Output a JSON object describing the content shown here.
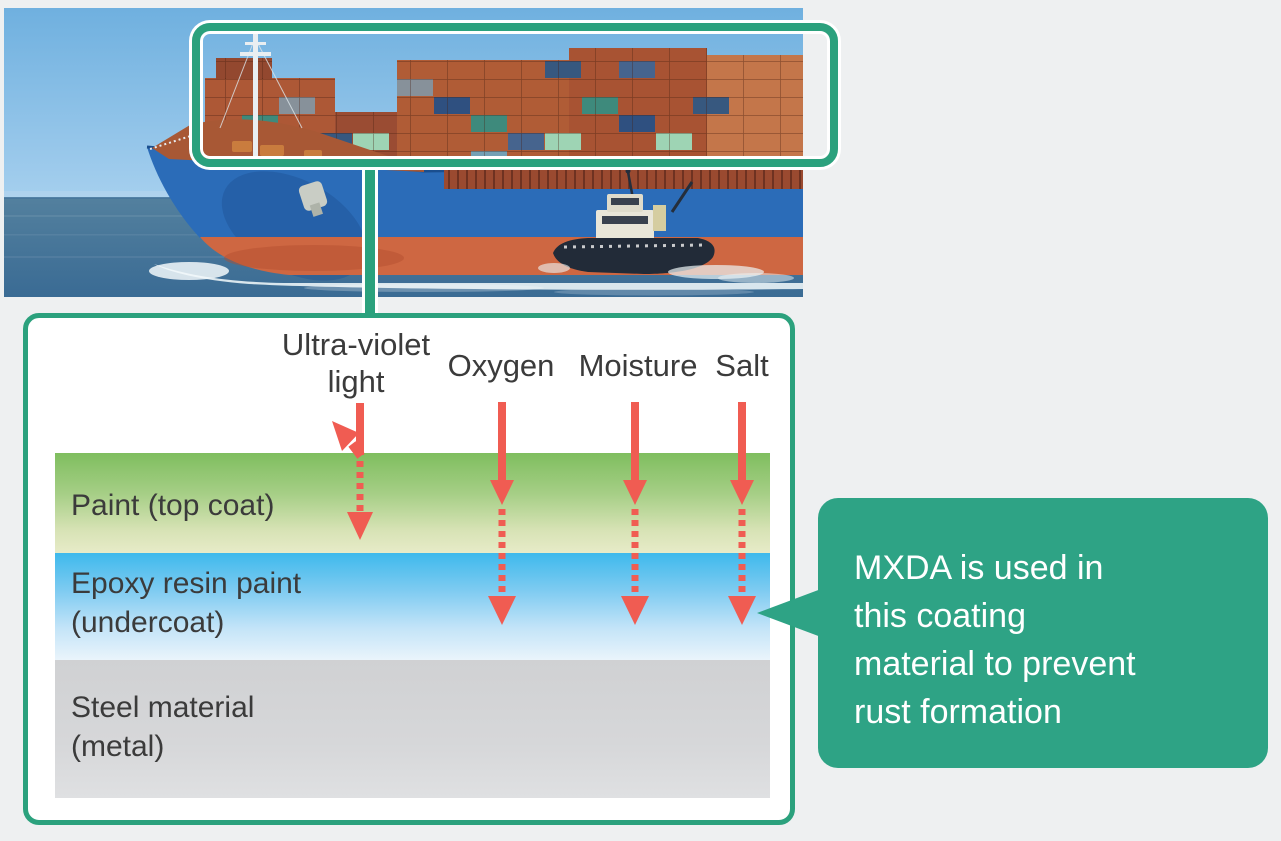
{
  "images": {
    "ship_photo": "container-ship-with-tugboat-at-sea-photo"
  },
  "diagram": {
    "uv_label": {
      "line1": "Ultra-violet",
      "line2": "light"
    },
    "factors": [
      "Oxygen",
      "Moisture",
      "Salt"
    ],
    "layers": [
      {
        "name": "top-coat",
        "lines": [
          "Paint (top coat)"
        ]
      },
      {
        "name": "undercoat",
        "lines": [
          "Epoxy resin paint",
          "(undercoat)"
        ]
      },
      {
        "name": "steel",
        "lines": [
          "Steel material",
          "(metal)"
        ]
      }
    ]
  },
  "callout": {
    "text": "MXDA is used in this coating material to prevent rust formation",
    "lines": [
      "MXDA is used in",
      "this coating",
      "material to prevent",
      "rust formation"
    ]
  },
  "colors": {
    "accent_green": "#2BA17D",
    "callout_green": "#2EA385",
    "arrow_red": "#F05C52",
    "page_background": "#EEF0F1",
    "text_dark": "#3B3B3B",
    "paint_layer_top": "#7FBE5F",
    "paint_layer_bottom": "#E7EBC8",
    "epoxy_layer_top": "#3EB9EC",
    "epoxy_layer_bottom": "#EAF4FB",
    "steel_layer": "#D2D3D5"
  }
}
